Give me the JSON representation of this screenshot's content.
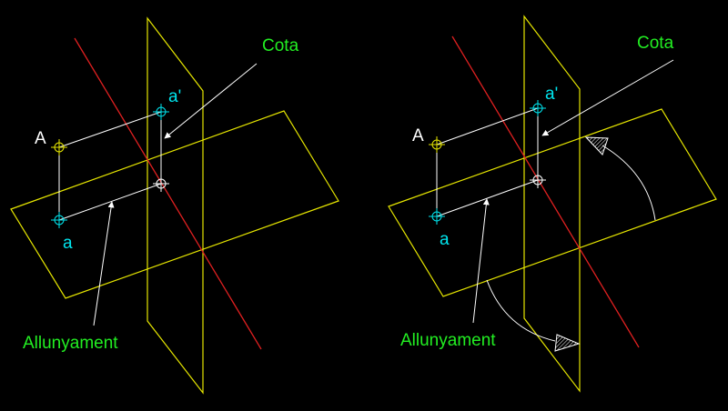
{
  "colors": {
    "background": "#000000",
    "plane": "#e6e600",
    "axis": "#e02020",
    "projector": "#ffffff",
    "label_green": "#22ee22",
    "label_cyan": "#00e5ee",
    "point_yellow": "#e6e600",
    "point_cyan": "#00e5ee"
  },
  "left_panel": {
    "cota_label": "Cota",
    "alignment_label": "Allunyament",
    "point_space_label": "A",
    "point_vertical_label": "a'",
    "point_horizontal_label": "a"
  },
  "right_panel": {
    "cota_label": "Cota",
    "alignment_label": "Allunyament",
    "point_space_label": "A",
    "point_vertical_label": "a'",
    "point_horizontal_label": "a"
  }
}
